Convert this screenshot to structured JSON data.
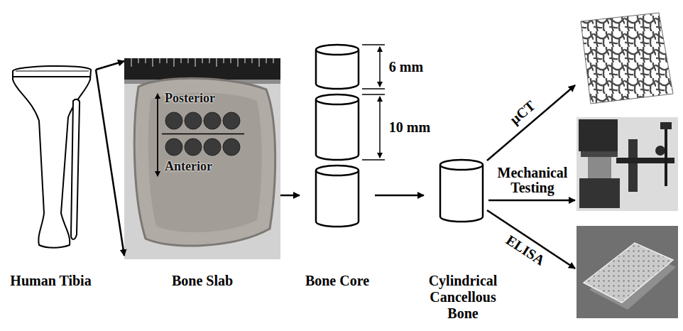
{
  "diagram": {
    "nodes": [
      {
        "text": [
          "Human Tibia"
        ]
      },
      {
        "text": [
          "Posterior",
          "Anterior",
          "Bone Slab"
        ]
      },
      {
        "text": [
          "Bone Core"
        ]
      },
      {
        "text": [
          "Cylindrical Cancellous Bone"
        ]
      }
    ],
    "edges": [
      {
        "from": 0,
        "to": 1,
        "arrow": "to"
      },
      {
        "from": 0,
        "to": 1,
        "arrow": "to"
      },
      {
        "from": 1,
        "to": 2,
        "arrow": "to"
      },
      {
        "from": 2,
        "to": 3,
        "arrow": "to"
      }
    ],
    "labels": [
      "6 mm",
      "10 mm",
      "μCT",
      "Mechanical Testing",
      "ELISA"
    ]
  }
}
